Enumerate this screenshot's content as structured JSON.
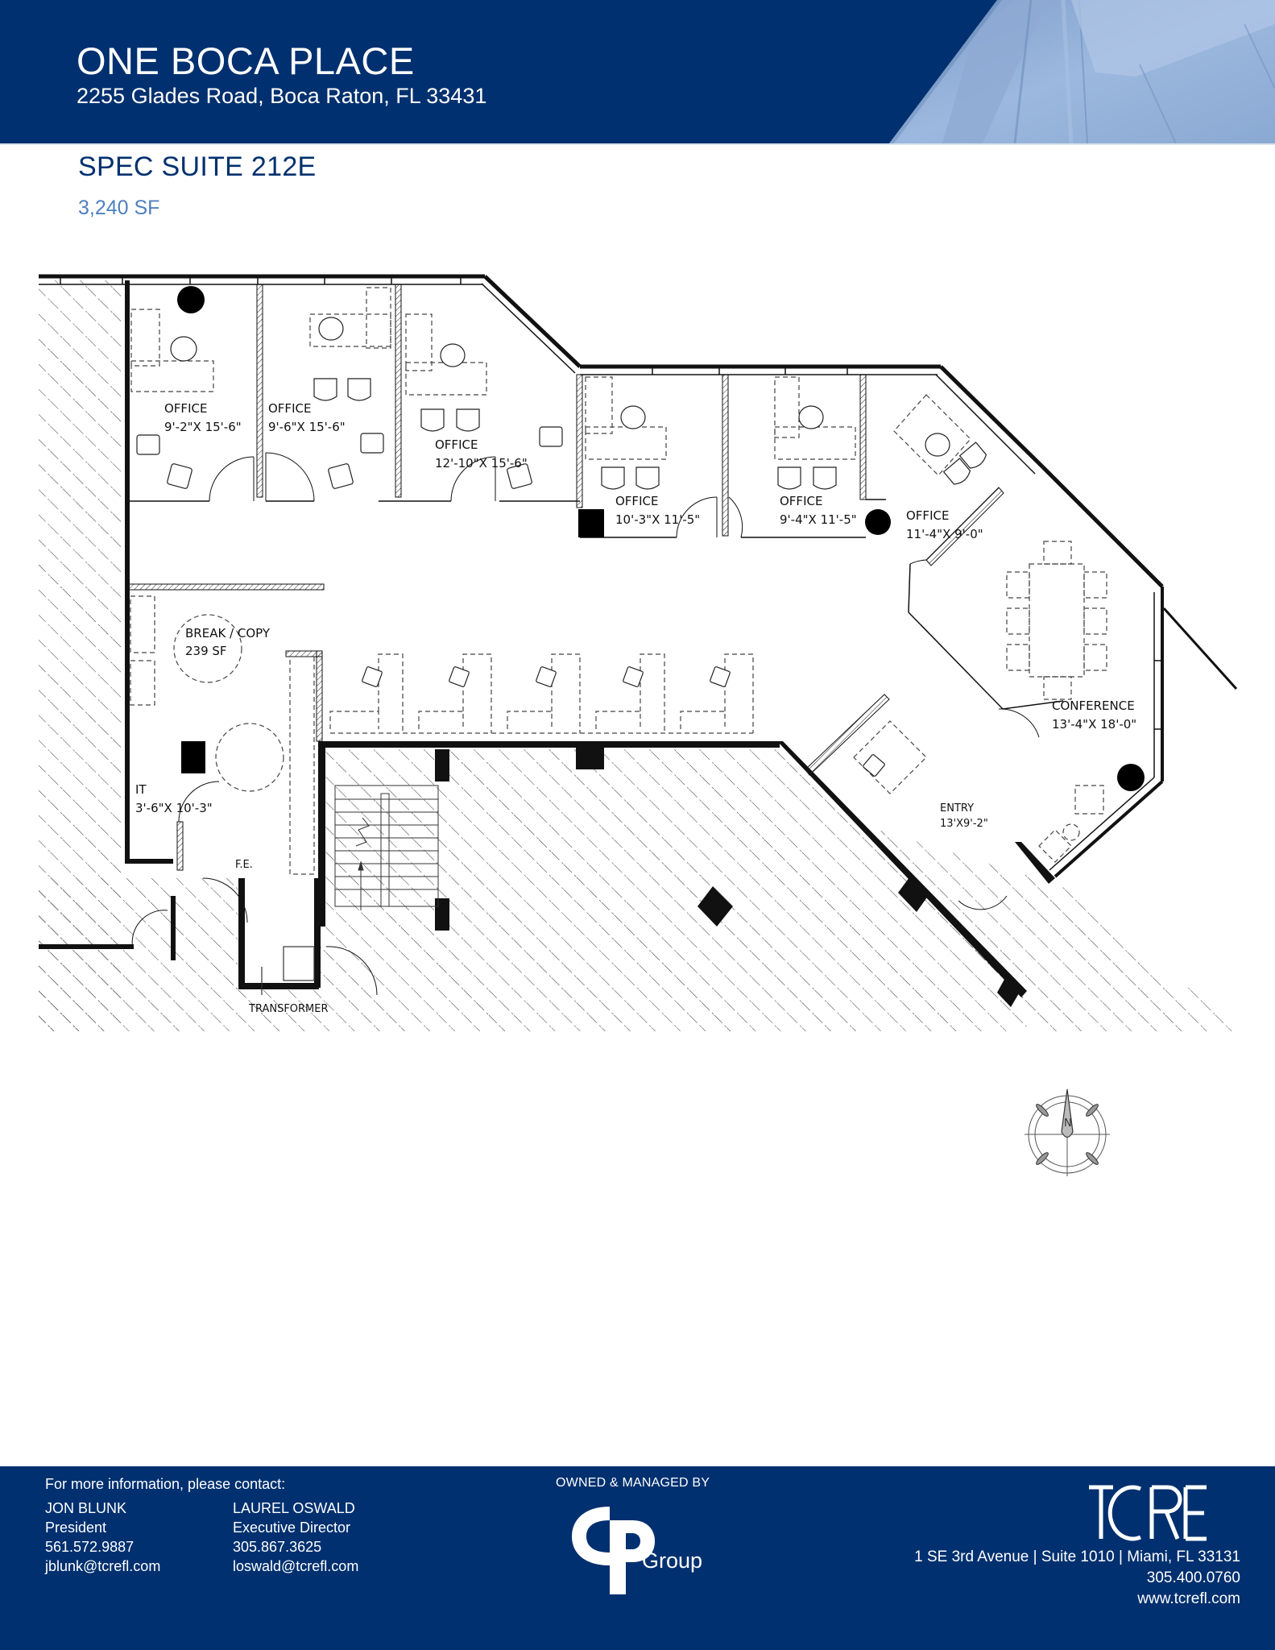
{
  "header": {
    "title": "ONE BOCA PLACE",
    "address": "2255 Glades Road, Boca Raton, FL 33431",
    "background_color": "#00306f",
    "photo_tint": "#8aaad4"
  },
  "suite": {
    "title": "SPEC SUITE 212E",
    "area": "3,240 SF",
    "title_color": "#00306f",
    "area_color": "#4f7fbf"
  },
  "floor_plan": {
    "rooms": [
      {
        "name": "OFFICE",
        "dimensions": "9'-2\"X 15'-6\""
      },
      {
        "name": "OFFICE",
        "dimensions": "9'-6\"X 15'-6\""
      },
      {
        "name": "OFFICE",
        "dimensions": "12'-10\"X 15'-6\""
      },
      {
        "name": "OFFICE",
        "dimensions": "10'-3\"X 11'-5\""
      },
      {
        "name": "OFFICE",
        "dimensions": "9'-4\"X 11'-5\""
      },
      {
        "name": "OFFICE",
        "dimensions": "11'-4\"X 9'-0\""
      },
      {
        "name": "BREAK / COPY",
        "dimensions": "239 SF"
      },
      {
        "name": "IT",
        "dimensions": "3'-6\"X 10'-3\""
      },
      {
        "name": "CONFERENCE",
        "dimensions": "13'-4\"X 18'-0\""
      },
      {
        "name": "ENTRY",
        "dimensions": "13'X9'-2\""
      }
    ],
    "annotations": {
      "fire_extinguisher": "F.E.",
      "transformer": "TRANSFORMER"
    },
    "workstations_count": 5
  },
  "compass": {
    "label": "N"
  },
  "footer": {
    "intro": "For more information, please contact:",
    "contacts": [
      {
        "name": "JON BLUNK",
        "title": "President",
        "phone": "561.572.9887",
        "email": "jblunk@tcrefl.com"
      },
      {
        "name": "LAUREL OSWALD",
        "title": "Executive Director",
        "phone": "305.867.3625",
        "email": "loswald@tcrefl.com"
      }
    ],
    "owned_label": "OWNED & MANAGED BY",
    "owner_logo_text": "Group",
    "brand": {
      "name": "TCRE",
      "address": "1 SE 3rd Avenue | Suite 1010 | Miami, FL 33131",
      "phone": "305.400.0760",
      "website": "www.tcrefl.com"
    }
  }
}
